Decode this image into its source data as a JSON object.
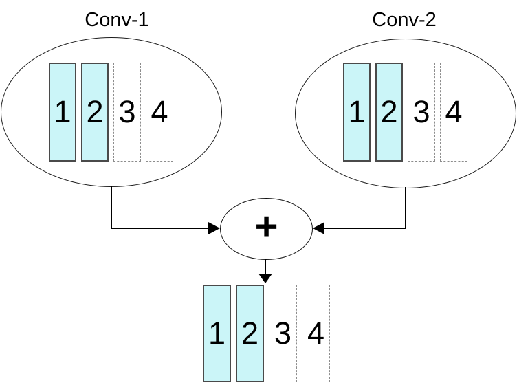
{
  "colors": {
    "bar_fill": "#cbf5f8",
    "bar_border": "#4a4a4a",
    "dash_border": "#8c8c8c",
    "line_color": "#000000",
    "text_color": "#000000"
  },
  "diagram": {
    "conv1": {
      "title": "Conv-1",
      "bars": [
        {
          "label": "1",
          "filled": true
        },
        {
          "label": "2",
          "filled": true
        },
        {
          "label": "3",
          "filled": false
        },
        {
          "label": "4",
          "filled": false
        }
      ]
    },
    "conv2": {
      "title": "Conv-2",
      "bars": [
        {
          "label": "1",
          "filled": true
        },
        {
          "label": "2",
          "filled": true
        },
        {
          "label": "3",
          "filled": false
        },
        {
          "label": "4",
          "filled": false
        }
      ]
    },
    "sum": {
      "label": "+"
    },
    "result": {
      "bars": [
        {
          "label": "1",
          "filled": true
        },
        {
          "label": "2",
          "filled": true
        },
        {
          "label": "3",
          "filled": false
        },
        {
          "label": "4",
          "filled": false
        }
      ]
    }
  }
}
